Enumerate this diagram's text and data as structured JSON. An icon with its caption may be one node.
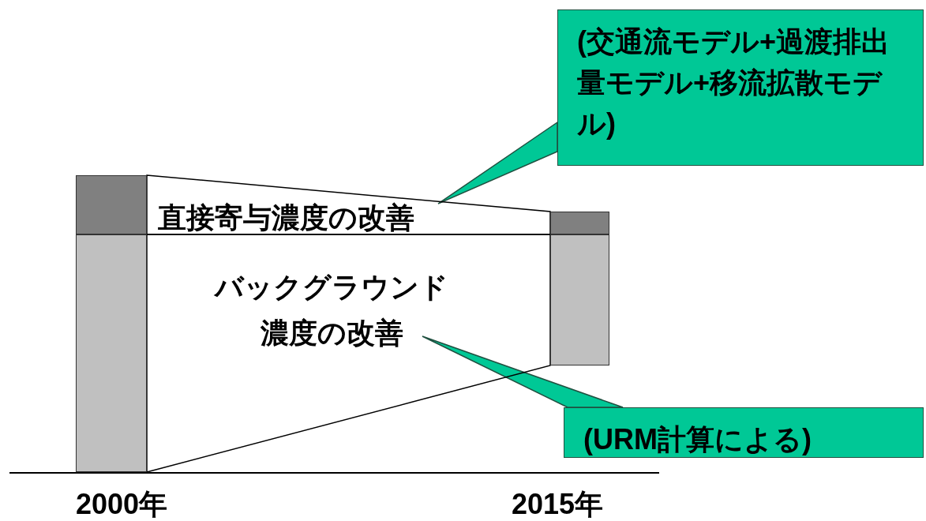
{
  "diagram": {
    "nodes": [
      {
        "text": [
          "(交通流モデル+過渡排出量モデル+移流拡散モデル)"
        ]
      },
      {
        "text": [
          "直接寄与濃度の改善"
        ]
      },
      {
        "text": [
          "バックグラウンド濃度の改善"
        ]
      },
      {
        "text": [
          "(URM計算による)"
        ]
      },
      {
        "text": [],
        "shape": "bar"
      },
      {
        "text": [],
        "shape": "bar"
      },
      {
        "text": [],
        "shape": "bar"
      },
      {
        "text": [],
        "shape": "bar"
      }
    ],
    "edges": [
      {
        "from": 0,
        "to": 1,
        "arrow": "none"
      },
      {
        "from": 3,
        "to": 2,
        "arrow": "none"
      }
    ],
    "labels": [
      "2000年",
      "2015年"
    ]
  }
}
